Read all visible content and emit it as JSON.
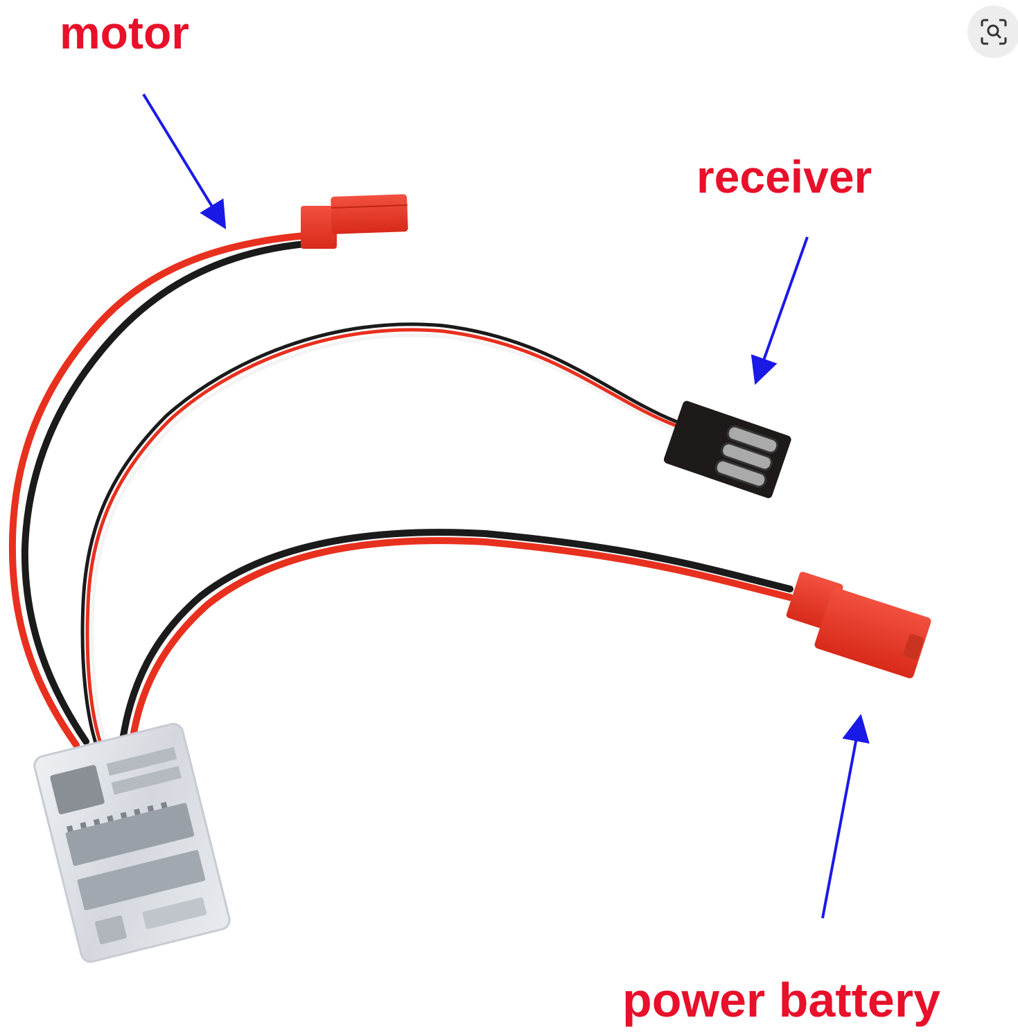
{
  "labels": {
    "motor": "motor",
    "receiver": "receiver",
    "power_battery": "power battery"
  },
  "colors": {
    "label_text": "#e8102a",
    "arrow": "#1a1ae6",
    "wire_red": "#e8301f",
    "wire_black": "#1b1b1b",
    "connector_red": "#e83a2a",
    "connector_black": "#1e1a1a",
    "board": "#d9dde2"
  },
  "icons": {
    "visual_search": "visual-search-icon"
  }
}
